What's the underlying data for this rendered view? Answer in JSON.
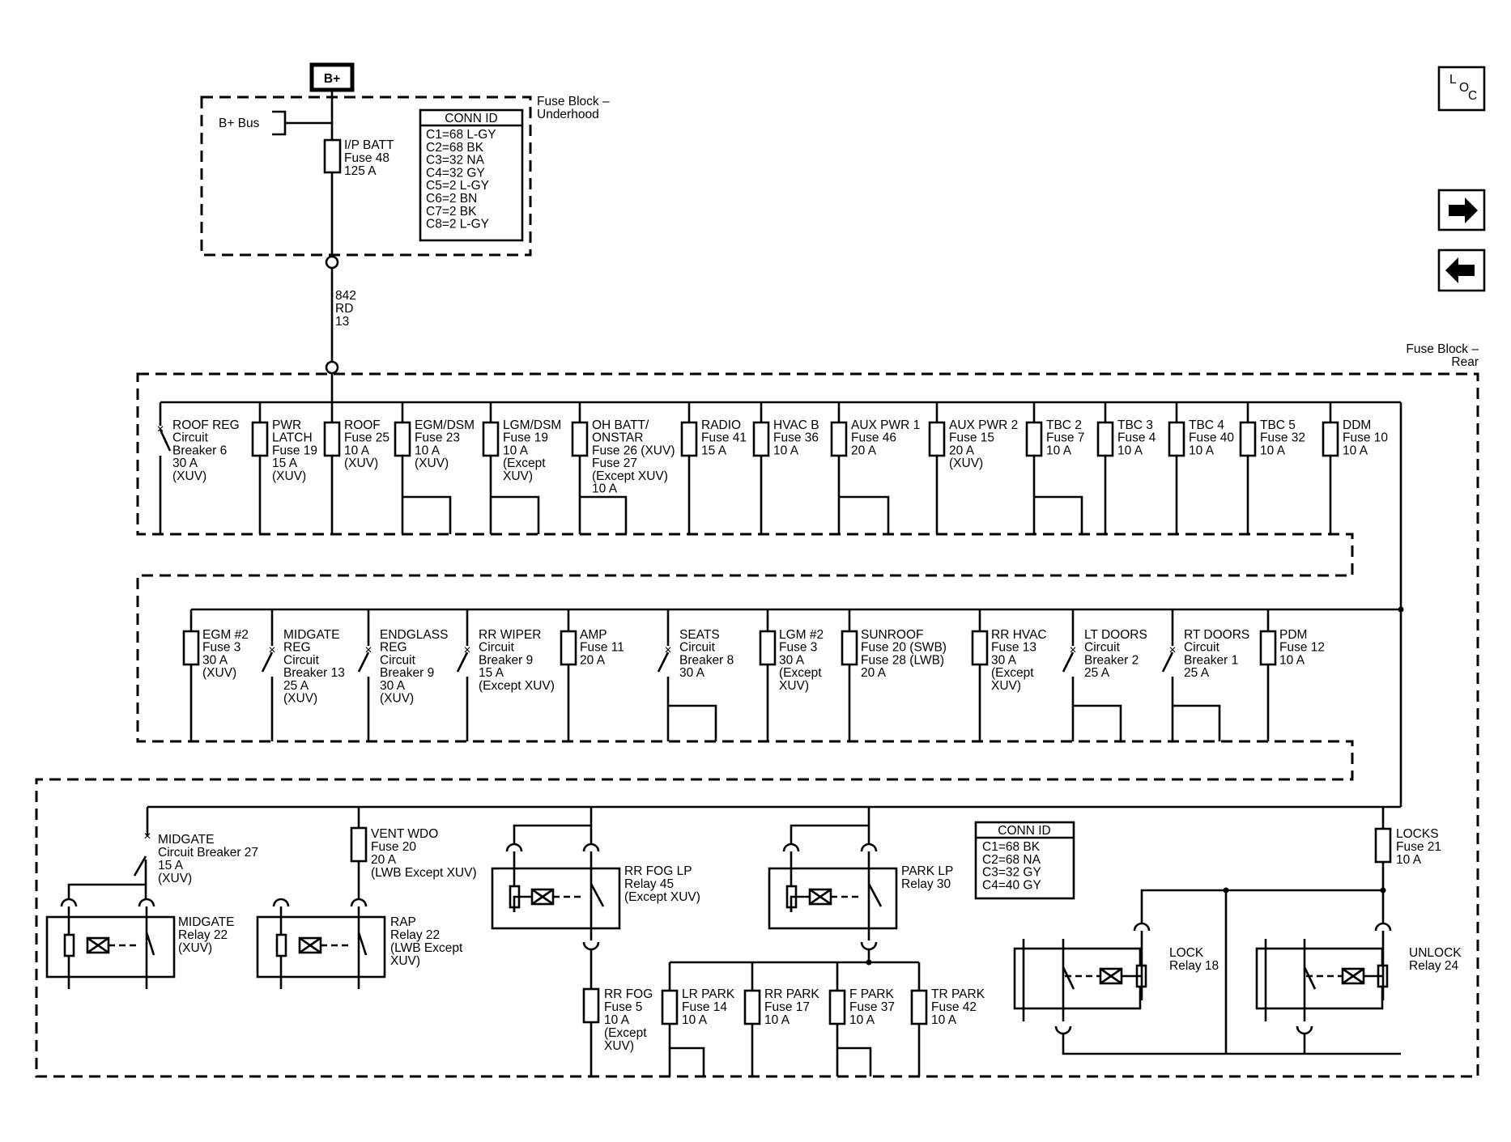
{
  "source": {
    "label": "B+"
  },
  "underhood": {
    "block_label": [
      "Fuse Block –",
      "Underhood"
    ],
    "bus_label": "B+ Bus",
    "fuse_label": [
      "I/P BATT",
      "Fuse 48",
      "125 A"
    ],
    "conn_id": {
      "title": "CONN ID",
      "rows": [
        "C1=68 L-GY",
        "C2=68 BK",
        "C3=32 NA",
        "C4=32 GY",
        "C5=2 L-GY",
        "C6=2 BN",
        "C7=2 BK",
        "C8=2 L-GY"
      ]
    }
  },
  "wire": {
    "label": [
      "842",
      "RD",
      "13"
    ]
  },
  "rear": {
    "block_label": [
      "Fuse Block –",
      "Rear"
    ],
    "row1": [
      [
        "ROOF REG",
        "Circuit",
        "Breaker 6",
        "30 A",
        "(XUV)"
      ],
      [
        "PWR",
        "LATCH",
        "Fuse 19",
        "15 A",
        "(XUV)"
      ],
      [
        "ROOF",
        "Fuse 25",
        "10 A",
        "(XUV)"
      ],
      [
        "EGM/DSM",
        "Fuse 23",
        "10 A",
        "(XUV)"
      ],
      [
        "LGM/DSM",
        "Fuse 19",
        "10 A",
        "(Except",
        "XUV)"
      ],
      [
        "OH BATT/",
        "ONSTAR",
        "Fuse 26 (XUV)",
        "Fuse 27",
        "(Except XUV)",
        "10 A"
      ],
      [
        "RADIO",
        "Fuse 41",
        "15 A"
      ],
      [
        "HVAC B",
        "Fuse 36",
        "10 A"
      ],
      [
        "AUX PWR 1",
        "Fuse 46",
        "20 A"
      ],
      [
        "AUX PWR 2",
        "Fuse 15",
        "20 A",
        "(XUV)"
      ],
      [
        "TBC 2",
        "Fuse 7",
        "10 A"
      ],
      [
        "TBC 3",
        "Fuse 4",
        "10 A"
      ],
      [
        "TBC 4",
        "Fuse 40",
        "10 A"
      ],
      [
        "TBC 5",
        "Fuse 32",
        "10 A"
      ],
      [
        "DDM",
        "Fuse 10",
        "10 A"
      ]
    ],
    "row2": [
      [
        "EGM #2",
        "Fuse 3",
        "30 A",
        "(XUV)"
      ],
      [
        "MIDGATE",
        "REG",
        "Circuit",
        "Breaker 13",
        "25 A",
        "(XUV)"
      ],
      [
        "ENDGLASS",
        "REG",
        "Circuit",
        "Breaker 9",
        "30 A",
        "(XUV)"
      ],
      [
        "RR WIPER",
        "Circuit",
        "Breaker 9",
        "15 A",
        "(Except XUV)"
      ],
      [
        "AMP",
        "Fuse 11",
        "20 A"
      ],
      [
        "SEATS",
        "Circuit",
        "Breaker 8",
        "30 A"
      ],
      [
        "LGM #2",
        "Fuse 3",
        "30 A",
        "(Except",
        "XUV)"
      ],
      [
        "SUNROOF",
        "Fuse 20 (SWB)",
        "Fuse 28 (LWB)",
        "20 A"
      ],
      [
        "RR HVAC",
        "Fuse 13",
        "30 A",
        "(Except",
        "XUV)"
      ],
      [
        "LT DOORS",
        "Circuit",
        "Breaker 2",
        "25 A"
      ],
      [
        "RT DOORS",
        "Circuit",
        "Breaker 1",
        "25 A"
      ],
      [
        "PDM",
        "Fuse 12",
        "10 A"
      ]
    ],
    "row3": {
      "midgate_cb": [
        "MIDGATE",
        "Circuit Breaker 27",
        "15 A",
        "(XUV)"
      ],
      "vent_wdo": [
        "VENT WDO",
        "Fuse 20",
        "20 A",
        "(LWB Except XUV)"
      ],
      "midgate_relay": [
        "MIDGATE",
        "Relay 22",
        "(XUV)"
      ],
      "rap_relay": [
        "RAP",
        "Relay 22",
        "(LWB Except",
        "XUV)"
      ],
      "rr_fog_relay": [
        "RR FOG LP",
        "Relay 45",
        "(Except XUV)"
      ],
      "rr_fog_fuse": [
        "RR FOG",
        "Fuse 5",
        "10 A",
        "(Except",
        "XUV)"
      ],
      "park_relay": [
        "PARK LP",
        "Relay 30"
      ],
      "lr_park": [
        "LR PARK",
        "Fuse 14",
        "10 A"
      ],
      "rr_park": [
        "RR PARK",
        "Fuse 17",
        "10 A"
      ],
      "f_park": [
        "F PARK",
        "Fuse 37",
        "10 A"
      ],
      "tr_park": [
        "TR PARK",
        "Fuse 42",
        "10 A"
      ],
      "conn_id": {
        "title": "CONN ID",
        "rows": [
          "C1=68 BK",
          "C2=68 NA",
          "C3=32 GY",
          "C4=40 GY"
        ]
      },
      "locks": [
        "LOCKS",
        "Fuse 21",
        "10 A"
      ],
      "lock_relay": [
        "LOCK",
        "Relay 18"
      ],
      "unlock_relay": [
        "UNLOCK",
        "Relay 24"
      ]
    }
  },
  "nav": {
    "loc": [
      "L",
      "O",
      "C"
    ]
  }
}
